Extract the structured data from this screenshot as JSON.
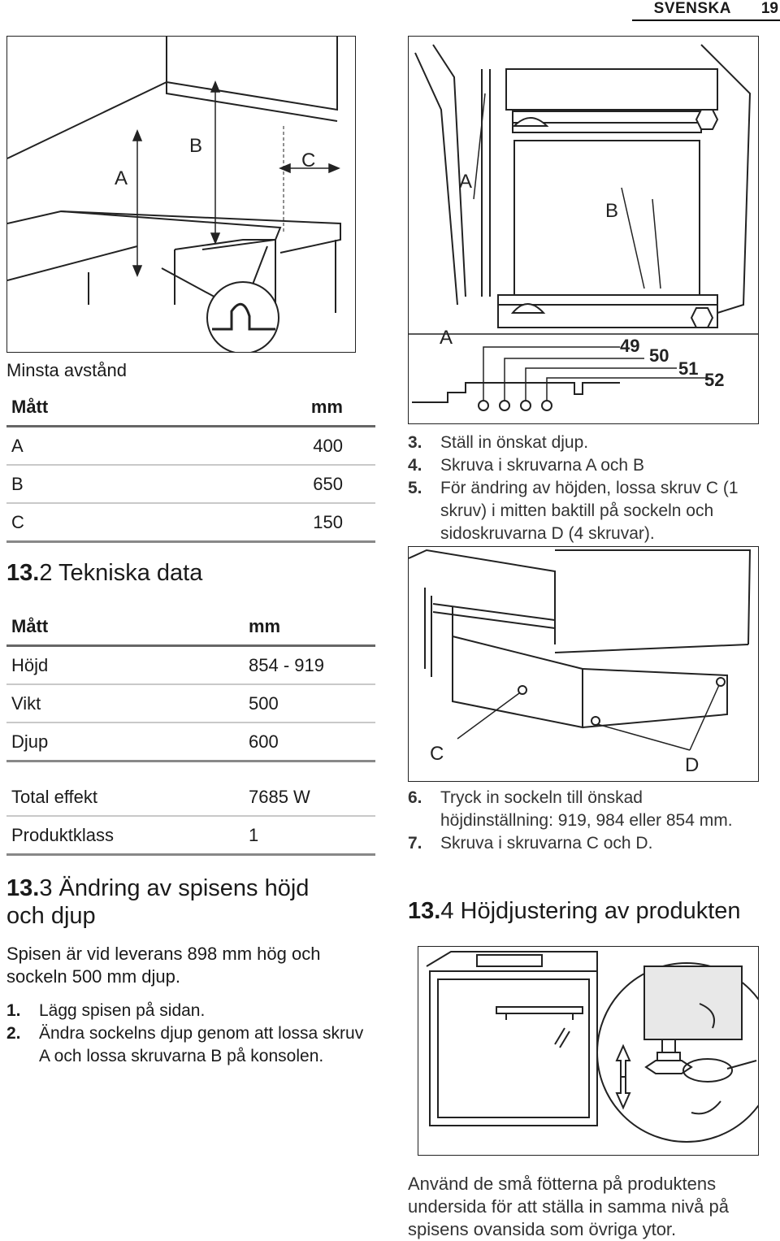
{
  "header": {
    "language": "SVENSKA",
    "page_number": "19"
  },
  "figure1": {
    "labels": [
      "A",
      "B",
      "C"
    ]
  },
  "figure2": {
    "labels": [
      "A",
      "B",
      "A",
      "49",
      "50",
      "51",
      "52"
    ]
  },
  "figure3": {
    "labels": [
      "C",
      "D"
    ]
  },
  "min_distance": {
    "title": "Minsta avstånd",
    "headers": [
      "Mått",
      "mm"
    ],
    "rows": [
      [
        "A",
        "400"
      ],
      [
        "B",
        "650"
      ],
      [
        "C",
        "150"
      ]
    ]
  },
  "section_13_2": {
    "number": "13.",
    "number_sub": "2",
    "title": " Tekniska data",
    "headers": [
      "Mått",
      "mm"
    ],
    "rows": [
      [
        "Höjd",
        "854 - 919"
      ],
      [
        "Vikt",
        "500"
      ],
      [
        "Djup",
        "600"
      ]
    ],
    "rows2": [
      [
        "Total effekt",
        "7685 W"
      ],
      [
        "Produktklass",
        "1"
      ]
    ]
  },
  "section_13_3": {
    "number": "13.",
    "number_sub": "3",
    "title_line1": " Ändring av spisens höjd",
    "title_line2": "och djup",
    "intro": "Spisen är vid leverans 898 mm hög och sockeln 500 mm djup.",
    "steps": [
      {
        "n": "1.",
        "text": "Lägg spisen på sidan."
      },
      {
        "n": "2.",
        "text": "Ändra sockelns djup genom att lossa skruv A och lossa skruvarna B på konsolen."
      }
    ]
  },
  "steps_right_a": [
    {
      "n": "3.",
      "text": "Ställ in önskat djup."
    },
    {
      "n": "4.",
      "text": "Skruva i skruvarna A och B"
    },
    {
      "n": "5.",
      "text": "För ändring av höjden, lossa skruv C (1 skruv) i mitten baktill på sockeln och sidoskruvarna D (4 skruvar)."
    }
  ],
  "steps_right_b": [
    {
      "n": "6.",
      "text": "Tryck in sockeln till önskad höjdinställning: 919, 984 eller 854 mm."
    },
    {
      "n": "7.",
      "text": "Skruva i skruvarna C och D."
    }
  ],
  "section_13_4": {
    "number": "13.",
    "number_sub": "4",
    "title": " Höjdjustering av produkten",
    "text": "Använd de små fötterna på produktens undersida för att ställa in samma nivå på spisens ovansida som övriga ytor."
  }
}
